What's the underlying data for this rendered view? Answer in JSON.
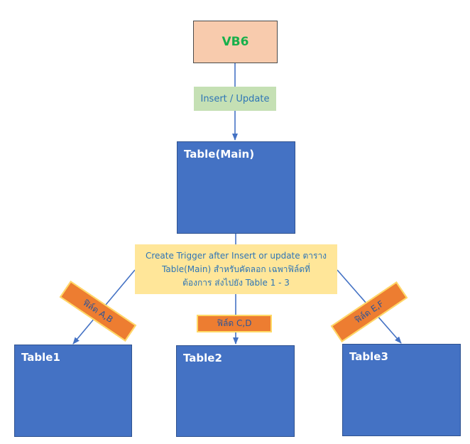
{
  "source": {
    "label": "VB6"
  },
  "operation": {
    "label": "Insert / Update"
  },
  "main_table": {
    "label": "Table(Main)"
  },
  "trigger_note": {
    "line1": "Create Trigger after Insert or update ตาราง",
    "line2": "Table(Main) สำหรับคัดลอก เฉพาฟิล์ดที่",
    "line3": "ต้องการ ส่งไปยัง Table 1 - 3"
  },
  "fields": {
    "left": "ฟิล์ด A,B",
    "center": "ฟิล์ด C,D",
    "right": "ฟิล์ด E,F"
  },
  "targets": {
    "table1": "Table1",
    "table2": "Table2",
    "table3": "Table3"
  },
  "colors": {
    "source_fill": "#f8cbad",
    "source_text": "#17b04b",
    "operation_fill": "#c5e0b4",
    "table_fill": "#4472c4",
    "note_fill": "#ffe699",
    "field_fill": "#ed7d31",
    "field_border": "#ffd966",
    "connector": "#4472c4"
  }
}
